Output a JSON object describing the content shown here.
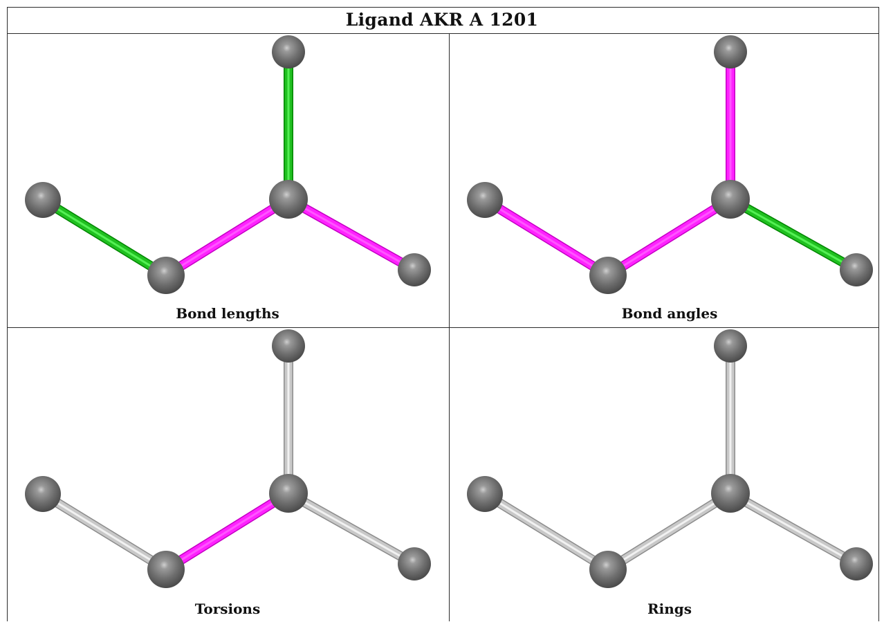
{
  "title": "Ligand AKR A 1201",
  "panels": [
    {
      "caption": "Bond lengths",
      "bond_colors": [
        "#20c020",
        "#ff22ff",
        "#ff22ff",
        "#20c020"
      ]
    },
    {
      "caption": "Bond angles",
      "bond_colors": [
        "#ff22ff",
        "#ff22ff",
        "#20c020",
        "#ff22ff"
      ]
    },
    {
      "caption": "Torsions",
      "bond_colors": [
        "#c8c8c8",
        "#ff22ff",
        "#c8c8c8",
        "#c8c8c8"
      ]
    },
    {
      "caption": "Rings",
      "bond_colors": [
        "#c8c8c8",
        "#c8c8c8",
        "#c8c8c8",
        "#c8c8c8"
      ]
    }
  ],
  "colors": {
    "atom": "#6e6e6e",
    "border": "#2a2a2a",
    "green": "#20c020",
    "magenta": "#ff22ff",
    "gray_bond": "#c8c8c8"
  }
}
